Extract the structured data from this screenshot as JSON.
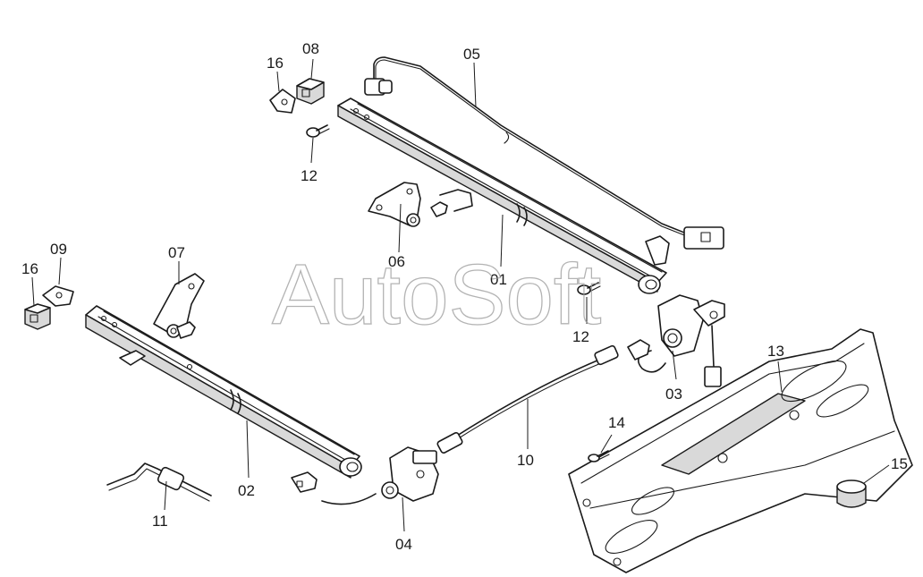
{
  "watermark": "AutoSoft",
  "labels": {
    "p01": "01",
    "p02": "02",
    "p03": "03",
    "p04": "04",
    "p05": "05",
    "p06": "06",
    "p07": "07",
    "p08": "08",
    "p09": "09",
    "p10": "10",
    "p11": "11",
    "p12a": "12",
    "p12b": "12",
    "p13": "13",
    "p14": "14",
    "p15": "15",
    "p16a": "16",
    "p16b": "16"
  }
}
